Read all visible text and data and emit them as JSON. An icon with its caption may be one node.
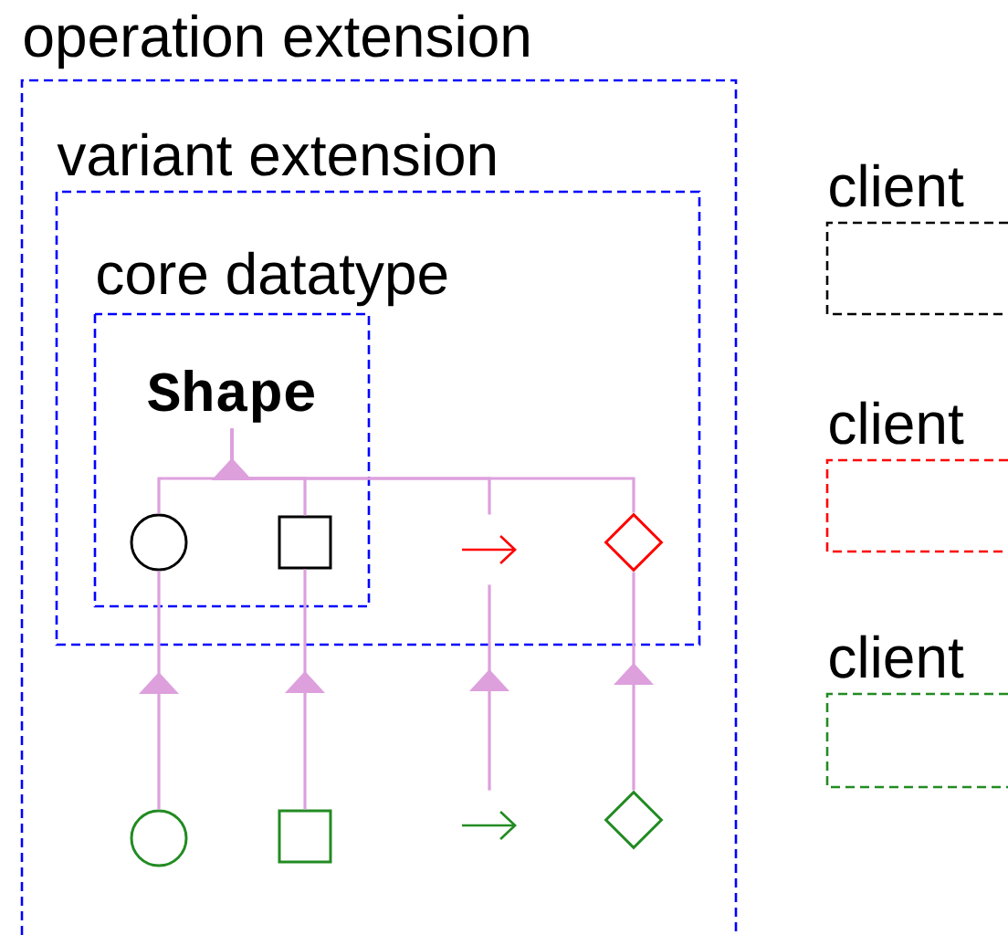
{
  "diagram": {
    "nodes": [
      {
        "text": [
          "operation extension"
        ]
      },
      {
        "text": [
          "variant extension"
        ],
        "in": 0
      },
      {
        "text": [
          "core datatype"
        ],
        "in": 1
      },
      {
        "text": [
          "Shape"
        ],
        "in": 2
      },
      {
        "text": [],
        "shape": "circle",
        "in": 2
      },
      {
        "text": [],
        "shape": "box",
        "in": 2
      },
      {
        "text": [],
        "shape": "arrow",
        "in": 1
      },
      {
        "text": [],
        "shape": "diamond",
        "in": 1
      },
      {
        "text": [],
        "shape": "circle",
        "in": 0
      },
      {
        "text": [],
        "shape": "box",
        "in": 0
      },
      {
        "text": [],
        "shape": "arrow",
        "in": 0
      },
      {
        "text": [],
        "shape": "diamond",
        "in": 0
      },
      {
        "text": [
          "client"
        ]
      },
      {
        "text": [
          "client"
        ]
      },
      {
        "text": [
          "client"
        ]
      }
    ],
    "edges": [
      {
        "from": 4,
        "to": 3,
        "arrow": "to"
      },
      {
        "from": 5,
        "to": 3,
        "arrow": "to"
      },
      {
        "from": 6,
        "to": 3,
        "arrow": "to"
      },
      {
        "from": 7,
        "to": 3,
        "arrow": "to"
      },
      {
        "from": 8,
        "to": 4,
        "arrow": "to"
      },
      {
        "from": 9,
        "to": 5,
        "arrow": "to"
      },
      {
        "from": 10,
        "to": 6,
        "arrow": "to"
      },
      {
        "from": 11,
        "to": 7,
        "arrow": "to"
      }
    ]
  }
}
